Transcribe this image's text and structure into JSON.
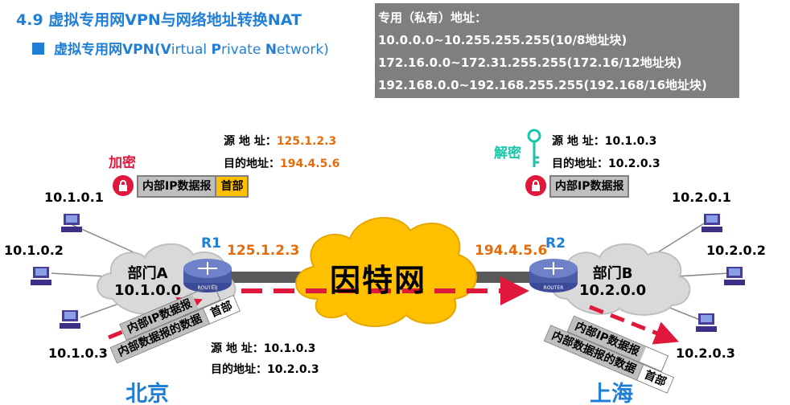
{
  "heading": {
    "title": "4.9 虚拟专用网VPN与网络地址转换NAT",
    "subtitle_prefix": "虚拟专用网VPN(",
    "subtitle_V": "V",
    "subtitle_irtual": "irtual ",
    "subtitle_P": "P",
    "subtitle_rivate": "rivate ",
    "subtitle_N": "N",
    "subtitle_etwork": "etwork)"
  },
  "private_address_box": {
    "header": "专用（私有）地址：",
    "ranges": [
      "10.0.0.0~10.255.255.255(10/8地址块)",
      "172.16.0.0~172.31.255.255(172.16/12地址块)",
      "192.168.0.0~192.168.255.255(192.168/16地址块)"
    ]
  },
  "encryption": {
    "label": "加密",
    "src_label": "源  地  址：",
    "src_value": "125.1.2.3",
    "dst_label": "目的地址：",
    "dst_value": "194.4.5.6",
    "packet_body": "内部IP数据报",
    "packet_header": "首部"
  },
  "decryption": {
    "label": "解密",
    "src_label": "源  地  址：",
    "src_value": "10.1.0.3",
    "dst_label": "目的地址：",
    "dst_value": "10.2.0.3",
    "packet_body": "内部IP数据报"
  },
  "site_a": {
    "dept": "部门A",
    "net": "10.1.0.0",
    "city": "北京",
    "hosts": [
      "10.1.0.1",
      "10.1.0.2",
      "10.1.0.3"
    ],
    "router": "R1",
    "router_text": "ROUTER",
    "public_ip": "125.1.2.3"
  },
  "site_b": {
    "dept": "部门B",
    "net": "10.2.0.0",
    "city": "上海",
    "hosts": [
      "10.2.0.1",
      "10.2.0.2",
      "10.2.0.3"
    ],
    "router": "R2",
    "router_text": "ROUTER",
    "public_ip": "194.4.5.6"
  },
  "internet": {
    "label": "因特网"
  },
  "bottom_addr": {
    "src_label": "源  地  址：",
    "src_value": "10.1.0.3",
    "dst_label": "目的地址：",
    "dst_value": "10.2.0.3"
  },
  "packet_stack_a": {
    "row1_body": "内部IP数据报",
    "row2_body": "内部数据报的数据",
    "row2_head": "首部"
  },
  "packet_stack_b": {
    "row1_body": "内部IP数据报",
    "row2_body": "内部数据报的数据",
    "row2_head": "首部"
  },
  "colors": {
    "accent_blue": "#1f7fd6",
    "ip_orange": "#e46c0a",
    "lock_red": "#e0183c",
    "key_teal": "#18c7a8",
    "cloud_yellow": "#ffc000",
    "packet_header": "#ffc000",
    "router_blue": "#4a5ba8"
  }
}
